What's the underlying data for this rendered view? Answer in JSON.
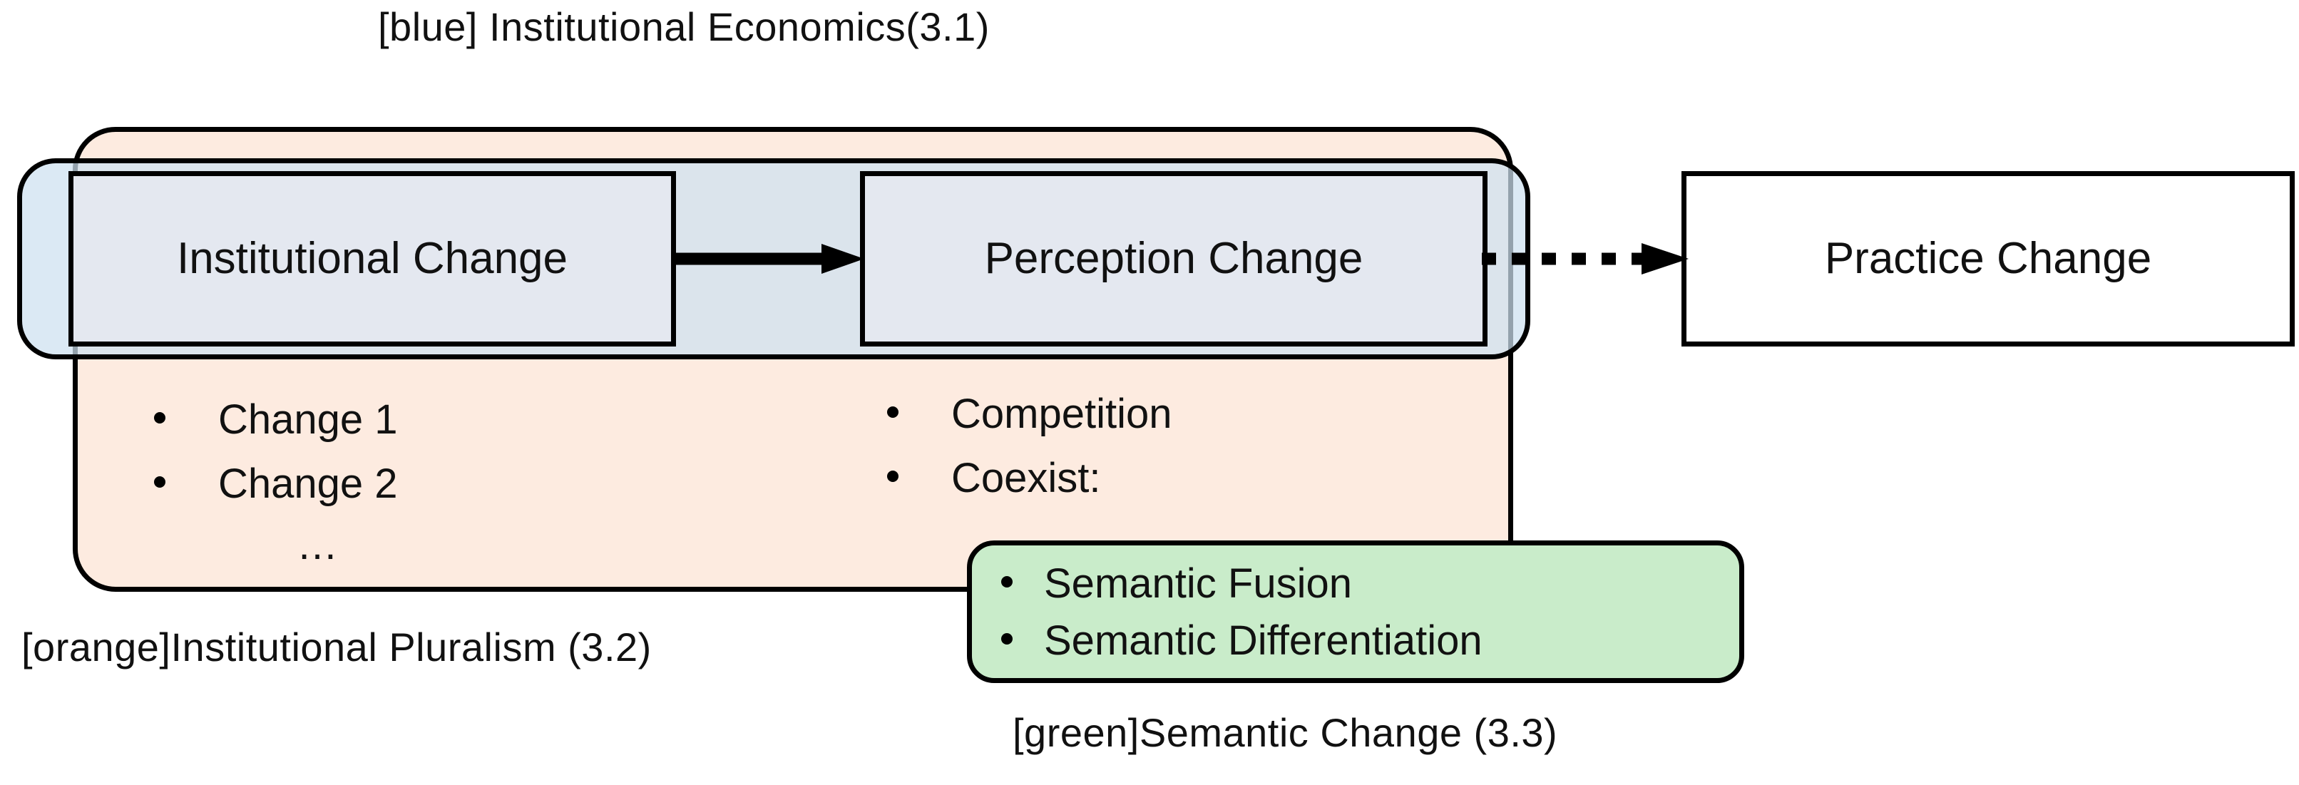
{
  "diagram": {
    "captions": {
      "blue": "[blue] Institutional Economics(3.1)",
      "orange": "[orange]Institutional Pluralism (3.2)",
      "green": "[green]Semantic Change (3.3)"
    },
    "boxes": {
      "institutional_change": "Institutional Change",
      "perception_change": "Perception Change",
      "practice_change": "Practice Change"
    },
    "bullets_left": [
      "Change 1",
      "Change 2"
    ],
    "bullets_left_ellipsis": "…",
    "bullets_right": [
      "Competition",
      "Coexist:"
    ],
    "bullets_green": [
      "Semantic Fusion",
      "Semantic Differentiation"
    ],
    "colors": {
      "orange_fill": "#fdebe0",
      "blue_fill": "#cde0f0",
      "green_fill": "#c9ecca",
      "box_fill": "#e4e8f0",
      "white_fill": "#ffffff",
      "stroke": "#000000"
    },
    "arrows": {
      "solid": "solid-arrow-right",
      "dotted": "dotted-arrow-right"
    }
  }
}
